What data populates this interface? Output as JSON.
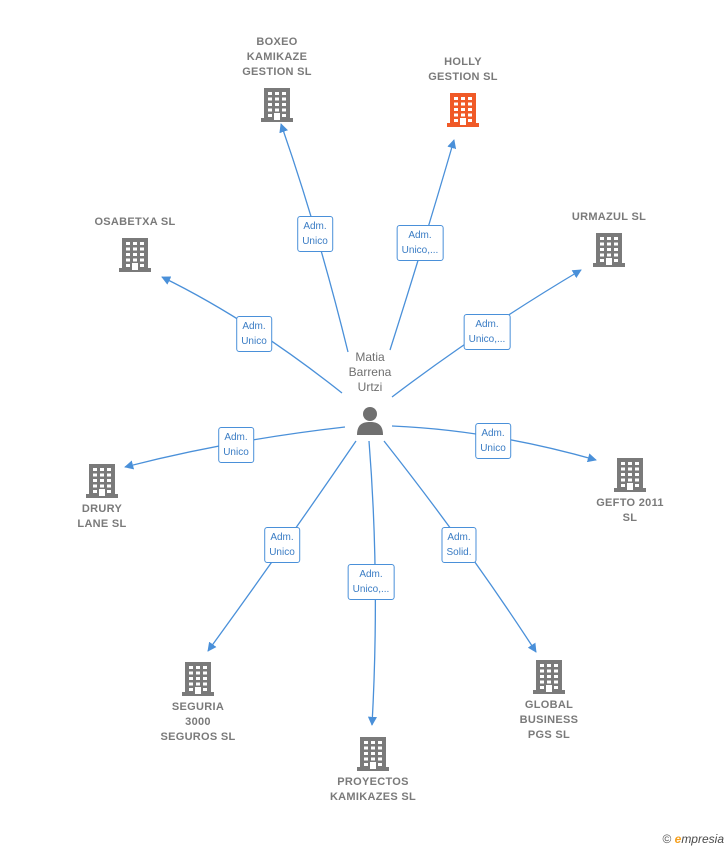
{
  "person": {
    "name": "Matia\nBarrena\nUrtzi"
  },
  "companies": [
    {
      "id": "boxeo",
      "name": "BOXEO\nKAMIKAZE\nGESTION  SL",
      "highlight": false
    },
    {
      "id": "holly",
      "name": "HOLLY\nGESTION  SL",
      "highlight": true
    },
    {
      "id": "osabetxa",
      "name": "OSABETXA SL",
      "highlight": false
    },
    {
      "id": "urmazul",
      "name": "URMAZUL SL",
      "highlight": false
    },
    {
      "id": "drury",
      "name": "DRURY\nLANE  SL",
      "highlight": false
    },
    {
      "id": "gefto",
      "name": "GEFTO 2011\nSL",
      "highlight": false
    },
    {
      "id": "seguria",
      "name": "SEGURIA\n3000\nSEGUROS SL",
      "highlight": false
    },
    {
      "id": "proyectos",
      "name": "PROYECTOS\nKAMIKAZES  SL",
      "highlight": false
    },
    {
      "id": "global",
      "name": "GLOBAL\nBUSINESS\nPGS  SL",
      "highlight": false
    }
  ],
  "relations": [
    {
      "to": "boxeo",
      "label": "Adm.\nUnico"
    },
    {
      "to": "holly",
      "label": "Adm.\nUnico,..."
    },
    {
      "to": "osabetxa",
      "label": "Adm.\nUnico"
    },
    {
      "to": "urmazul",
      "label": "Adm.\nUnico,..."
    },
    {
      "to": "drury",
      "label": "Adm.\nUnico"
    },
    {
      "to": "gefto",
      "label": "Adm.\nUnico"
    },
    {
      "to": "seguria",
      "label": "Adm.\nUnico"
    },
    {
      "to": "proyectos",
      "label": "Adm.\nUnico,..."
    },
    {
      "to": "global",
      "label": "Adm.\nSolid."
    }
  ],
  "colors": {
    "edge": "#4a90d9",
    "building": "#7a7a7a",
    "building_highlight": "#f05a28"
  },
  "footer": {
    "copyright": "©",
    "brand_first": "e",
    "brand_rest": "mpresia"
  }
}
